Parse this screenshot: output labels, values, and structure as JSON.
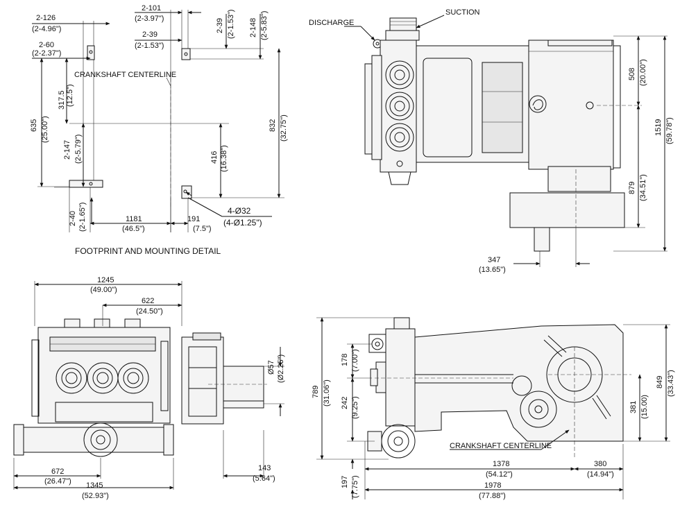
{
  "views": {
    "footprint": {
      "title": "FOOTPRINT AND MOUNTING DETAIL",
      "crankshaft_label": "CRANKSHAFT CENTERLINE",
      "dims": {
        "d1": "2-126",
        "d1b": "(2-4.96\")",
        "d2": "2-60",
        "d2b": "(2-2.37\")",
        "d3": "2-101",
        "d3b": "(2-3.97\")",
        "d4": "2-39",
        "d4b": "(2-1.53\")",
        "d5": "2-39",
        "d5b": "(2-1.53\")",
        "d6": "2-148",
        "d6b": "(2-5.83\")",
        "d7": "317.5",
        "d7b": "(12.5\")",
        "d8": "635",
        "d8b": "(25.00\")",
        "d9": "2-147",
        "d9b": "(2-5.79\")",
        "d10": "416",
        "d10b": "(16.38\")",
        "d11": "832",
        "d11b": "(32.75\")",
        "d12": "2-40",
        "d12b": "(2-1.65\")",
        "d13": "1181",
        "d13b": "(46.5\")",
        "d14": "191",
        "d14b": "(7.5\")",
        "d15": "4-Ø32",
        "d15b": "(4-Ø1.25\")"
      }
    },
    "top": {
      "discharge": "DISCHARGE",
      "suction": "SUCTION",
      "dims": {
        "a1": "508",
        "a1b": "(20.00\")",
        "a2": "1519",
        "a2b": "(59.78\")",
        "a3": "879",
        "a3b": "(34.51\")",
        "a4": "347",
        "a4b": "(13.65\")"
      }
    },
    "front": {
      "dims": {
        "b1": "1245",
        "b1b": "(49.00\")",
        "b2": "622",
        "b2b": "(24.50\")",
        "b3": "Ø57",
        "b3b": "(Ø2.25\")",
        "b4": "672",
        "b4b": "(26.47\")",
        "b5": "1345",
        "b5b": "(52.93\")",
        "b6": "143",
        "b6b": "(5.64\")"
      }
    },
    "side": {
      "crankshaft_label": "CRANKSHAFT CENTERLINE",
      "dims": {
        "c1": "789",
        "c1b": "(31.06\")",
        "c2": "178",
        "c2b": "(7.00\")",
        "c3": "242",
        "c3b": "(9.25\")",
        "c4": "849",
        "c4b": "(33.43\")",
        "c5": "381",
        "c5b": "(15.00)",
        "c6": "1378",
        "c6b": "(54.12\")",
        "c7": "380",
        "c7b": "(14.94\")",
        "c8": "1978",
        "c8b": "(77.88\")",
        "c9": "197",
        "c9b": "(7.75\")"
      }
    }
  }
}
